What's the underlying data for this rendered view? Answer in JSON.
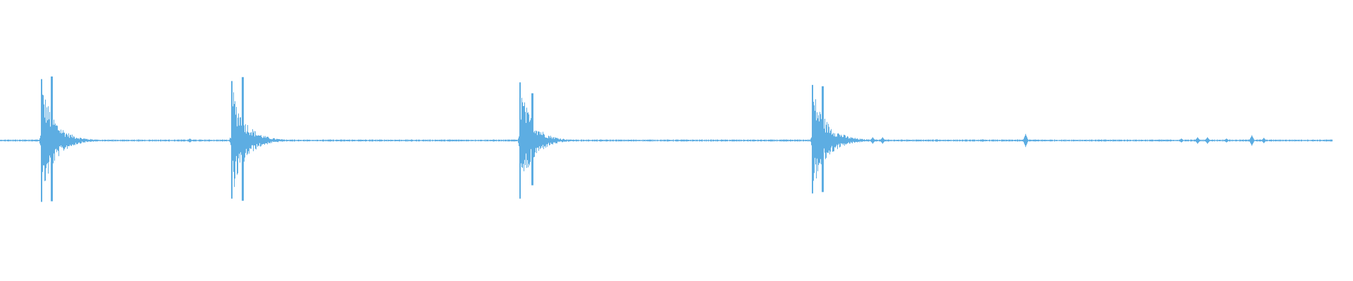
{
  "waveform": {
    "color": "#5DADE2",
    "baseline_color": "#8EC6EC",
    "duration_fraction_drawn": 0.985,
    "impulses": [
      {
        "position": 0.03,
        "peak_up": 0.95,
        "peak_down": 0.95,
        "secondary_offset": 0.008,
        "secondary_peak": 0.99,
        "decay": 0.028
      },
      {
        "position": 0.171,
        "peak_up": 0.92,
        "peak_down": 0.9,
        "secondary_offset": 0.008,
        "secondary_peak": 0.98,
        "decay": 0.028
      },
      {
        "position": 0.384,
        "peak_up": 0.9,
        "peak_down": 0.9,
        "secondary_offset": 0.009,
        "secondary_peak": 0.73,
        "decay": 0.027
      },
      {
        "position": 0.6,
        "peak_up": 0.86,
        "peak_down": 0.82,
        "secondary_offset": 0.008,
        "secondary_peak": 0.84,
        "decay": 0.03
      }
    ],
    "small_events": [
      {
        "position": 0.14,
        "amplitude": 0.03
      },
      {
        "position": 0.645,
        "amplitude": 0.05
      },
      {
        "position": 0.652,
        "amplitude": 0.05
      },
      {
        "position": 0.692,
        "amplitude": 0.02
      },
      {
        "position": 0.726,
        "amplitude": 0.02
      },
      {
        "position": 0.758,
        "amplitude": 0.1
      },
      {
        "position": 0.873,
        "amplitude": 0.03
      },
      {
        "position": 0.885,
        "amplitude": 0.05
      },
      {
        "position": 0.892,
        "amplitude": 0.05
      },
      {
        "position": 0.906,
        "amplitude": 0.03
      },
      {
        "position": 0.925,
        "amplitude": 0.08
      },
      {
        "position": 0.934,
        "amplitude": 0.04
      }
    ]
  }
}
